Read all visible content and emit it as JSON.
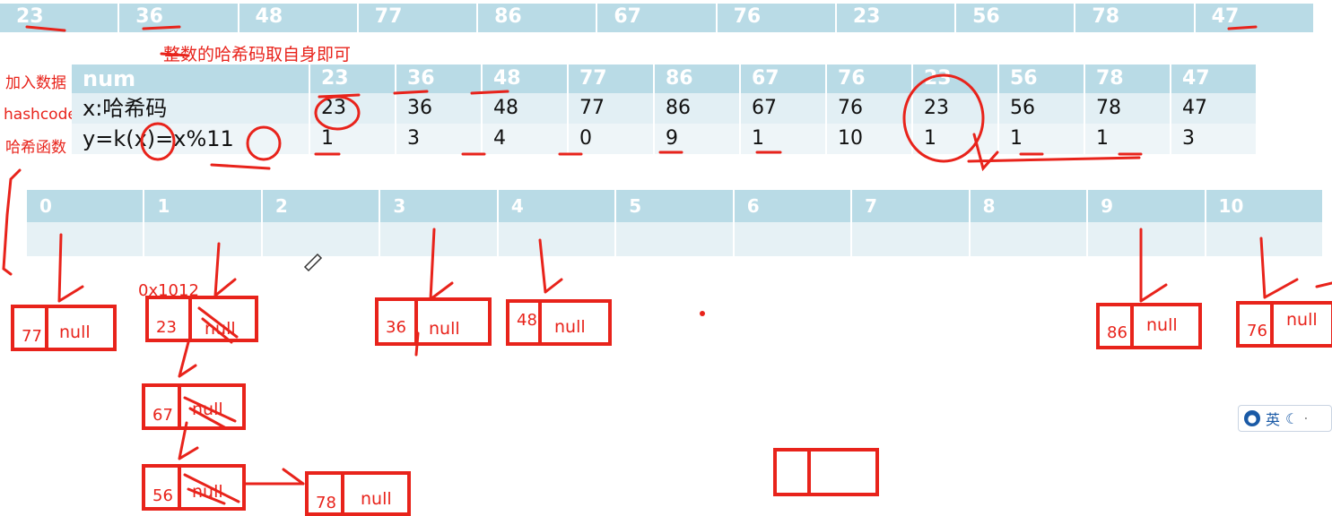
{
  "top_row": [
    "23",
    "36",
    "48",
    "77",
    "86",
    "67",
    "76",
    "23",
    "56",
    "78",
    "47"
  ],
  "annotations": {
    "integer_hash_note": "整数的哈希码取自身即可",
    "add_data": "加入数据",
    "hashcode": "hashcode",
    "hash_function": "哈希函数",
    "address1": "0x1012",
    "address2": "0x1012"
  },
  "hash_table": {
    "row_labels": [
      "num",
      "x:哈希码",
      "y=k(x)=x%11"
    ],
    "num": [
      "23",
      "36",
      "48",
      "77",
      "86",
      "67",
      "76",
      "23",
      "56",
      "78",
      "47"
    ],
    "hash": [
      "23",
      "36",
      "48",
      "77",
      "86",
      "67",
      "76",
      "23",
      "56",
      "78",
      "47"
    ],
    "y": [
      "1",
      "3",
      "4",
      "0",
      "9",
      "1",
      "10",
      "1",
      "1",
      "1",
      "3"
    ]
  },
  "buckets": {
    "indices": [
      "0",
      "1",
      "2",
      "3",
      "4",
      "5",
      "6",
      "7",
      "8",
      "9",
      "10"
    ]
  },
  "nodes": [
    {
      "key": "77",
      "next": "null"
    },
    {
      "key": "23",
      "next": "null"
    },
    {
      "key": "67",
      "next": "null"
    },
    {
      "key": "56",
      "next": "null"
    },
    {
      "key": "78",
      "next": "null"
    },
    {
      "key": "36",
      "next": "null"
    },
    {
      "key": "48",
      "next": "null"
    },
    {
      "key": "86",
      "next": "null"
    },
    {
      "key": "76",
      "next": "null"
    }
  ],
  "ime": {
    "lang": "英",
    "icon": "user-icon",
    "moon": "moon-icon"
  },
  "colors": {
    "annotation": "#e8231b",
    "table_header": "#b9dbe6",
    "table_row": "#e2eff4"
  }
}
